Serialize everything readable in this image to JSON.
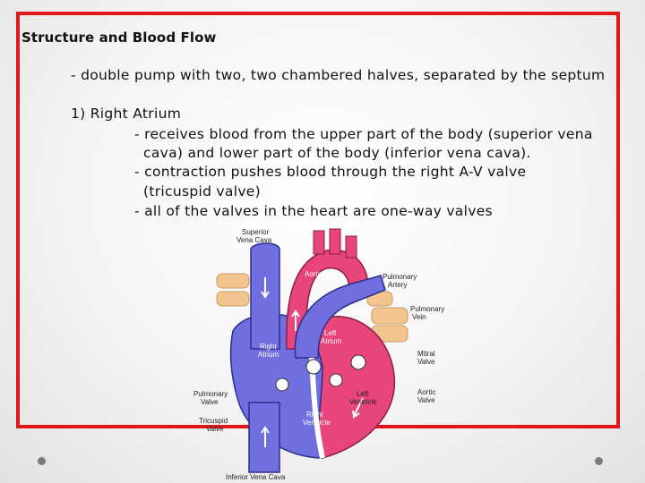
{
  "slide": {
    "title": "Structure and Blood Flow",
    "intro": "- double pump with two, two chambered halves, separated by the septum",
    "heading": "1) Right Atrium",
    "lines": [
      "- receives blood from the upper part of the body (superior vena",
      "cava) and lower part of the body (inferior vena cava).",
      "- contraction pushes blood through the right A-V valve",
      "(tricuspid valve)",
      "- all of the valves in the heart are one-way valves"
    ],
    "frame_color": "#e0181b"
  },
  "diagram": {
    "labels": {
      "superior_vena_cava": [
        "Superior",
        "Vena Cava"
      ],
      "aorta": "Aorta",
      "pulmonary_artery": [
        "Pulmonary",
        "Artery"
      ],
      "pulmonary_vein": [
        "Pulmonary",
        "Vein"
      ],
      "left_atrium": [
        "Left",
        "Atrium"
      ],
      "right_atrium": [
        "Right",
        "Atrium"
      ],
      "mitral_valve": [
        "Mitral",
        "Valve"
      ],
      "pulmonary_valve": [
        "Pulmonary",
        "Valve"
      ],
      "aortic_valve": [
        "Aortic",
        "Valve"
      ],
      "left_ventricle": [
        "Left",
        "Ventricle"
      ],
      "right_ventricle": [
        "Right",
        "Ventricle"
      ],
      "tricuspid_valve": [
        "Tricuspid",
        "Valve"
      ],
      "inferior_vena_cava": "Inferior Vena Cava"
    },
    "colors": {
      "oxygenated": "#e8457a",
      "deoxygenated": "#6f6fe0",
      "vein": "#f2c58e"
    }
  }
}
